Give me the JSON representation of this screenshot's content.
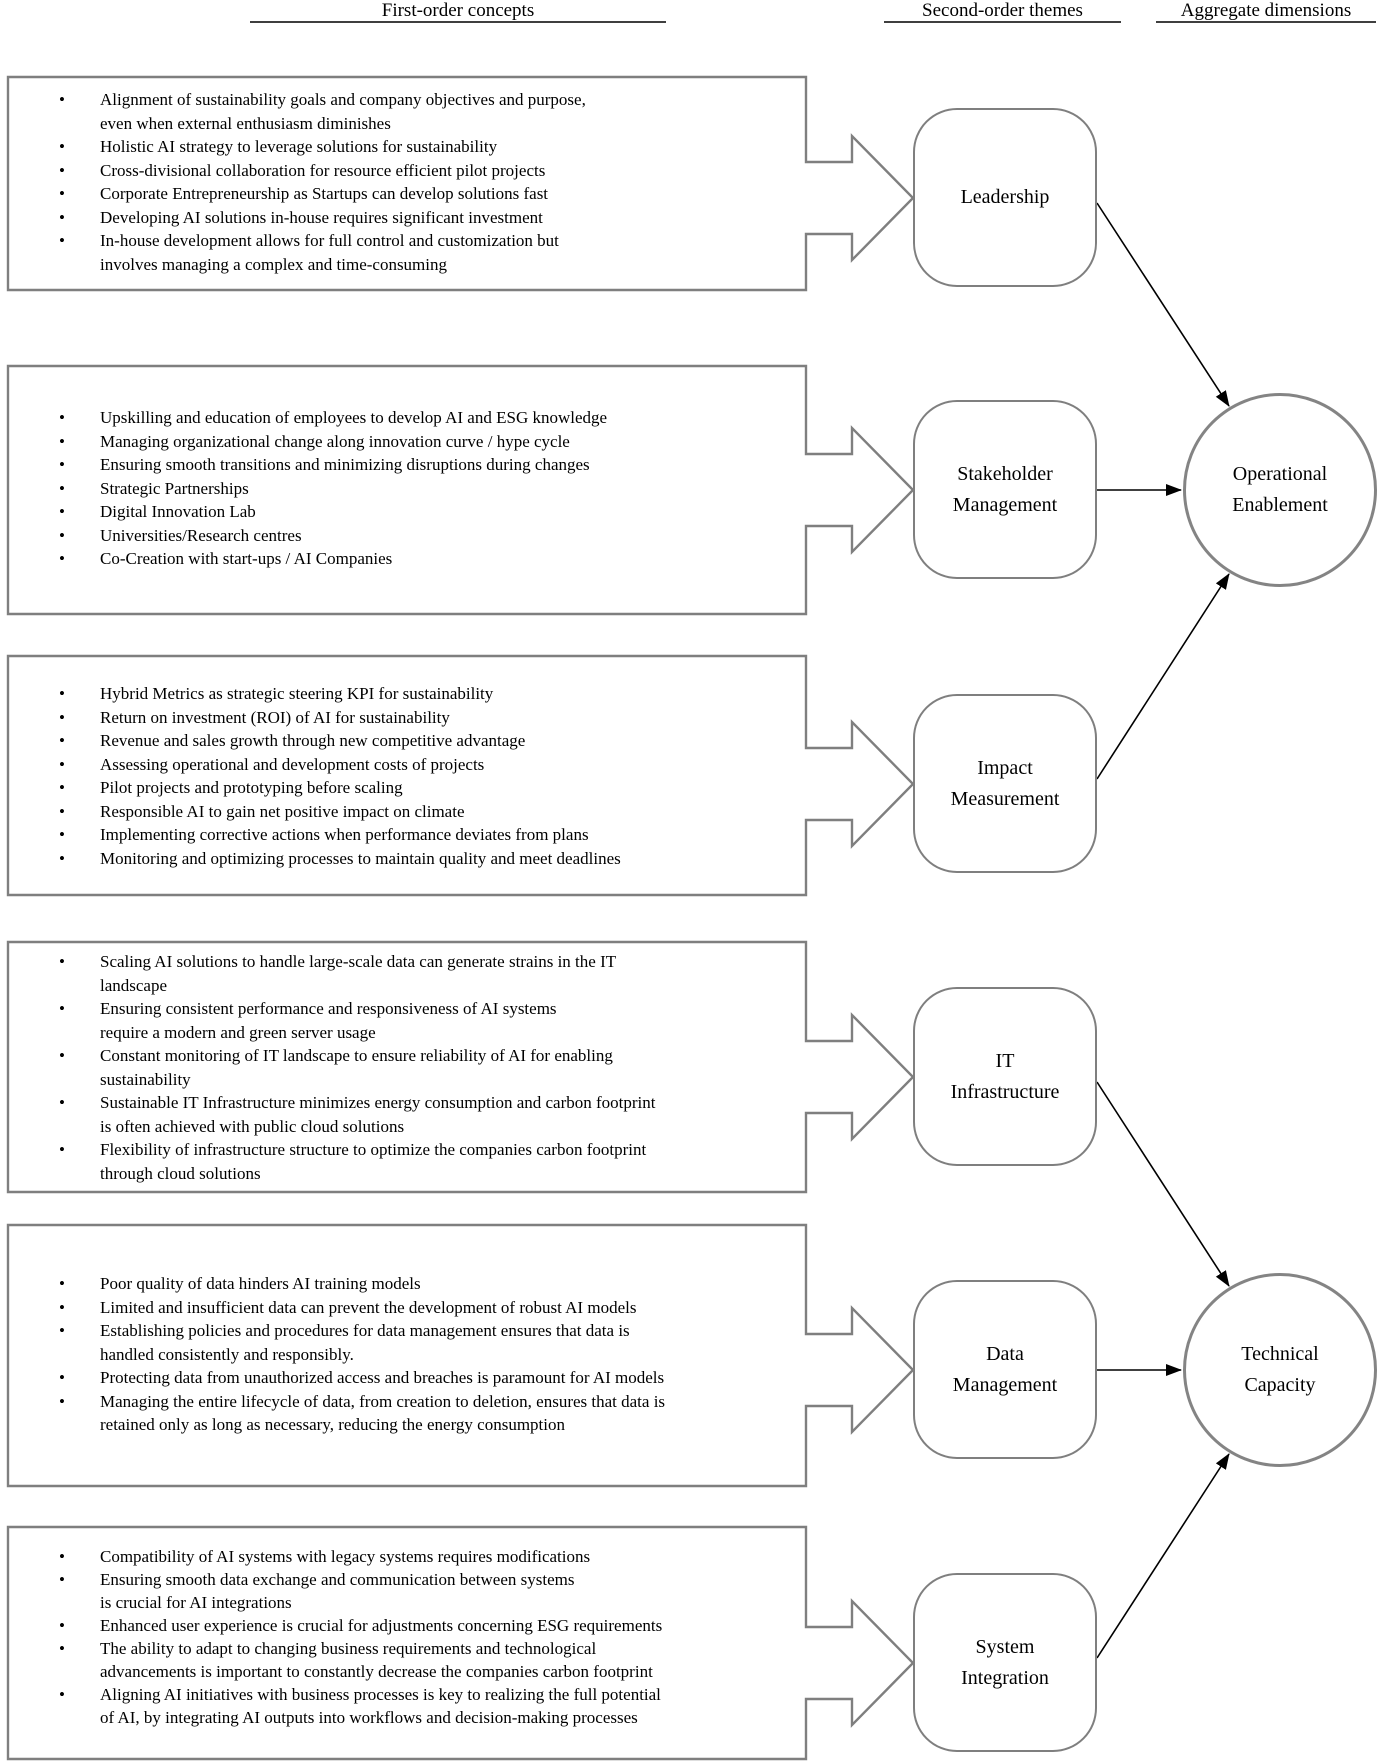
{
  "figure": {
    "type": "gioia-data-structure-diagram",
    "background_color": "#ffffff",
    "box_border_color": "#7f7f7f",
    "connector_color": "#000000",
    "text_color": "#000000"
  },
  "headers": {
    "first_order": "First-order concepts",
    "second_order": "Second-order themes",
    "aggregate": "Aggregate dimensions"
  },
  "first_order_concepts": {
    "boxes": [
      {
        "theme": "Leadership",
        "bullets": [
          [
            "Alignment of sustainability goals and company objectives and purpose,",
            "even when external enthusiasm diminishes"
          ],
          [
            "Holistic AI strategy to leverage solutions for sustainability"
          ],
          [
            "Cross-divisional collaboration for resource efficient pilot projects"
          ],
          [
            "Corporate Entrepreneurship as Startups can develop solutions fast"
          ],
          [
            "Developing AI solutions in-house requires significant investment"
          ],
          [
            "In-house development allows for full control and customization but",
            "involves managing a complex and time-consuming"
          ]
        ]
      },
      {
        "theme": "Stakeholder Management",
        "bullets": [
          [
            "Upskilling and education of employees to develop AI and ESG knowledge"
          ],
          [
            "Managing organizational change along innovation curve / hype cycle"
          ],
          [
            "Ensuring smooth transitions and minimizing disruptions during changes"
          ],
          [
            "Strategic Partnerships"
          ],
          [
            "Digital Innovation Lab"
          ],
          [
            "Universities/Research centres"
          ],
          [
            "Co-Creation with start-ups / AI Companies"
          ]
        ]
      },
      {
        "theme": "Impact Measurement",
        "bullets": [
          [
            "Hybrid Metrics as strategic steering KPI for sustainability"
          ],
          [
            "Return on investment (ROI) of AI for sustainability"
          ],
          [
            "Revenue and sales growth through new competitive advantage"
          ],
          [
            "Assessing operational and development costs of projects"
          ],
          [
            "Pilot projects and prototyping before scaling"
          ],
          [
            "Responsible AI to gain net positive impact on climate"
          ],
          [
            "Implementing corrective actions when performance deviates from plans"
          ],
          [
            "Monitoring and optimizing processes to maintain quality and meet deadlines"
          ]
        ]
      },
      {
        "theme": "IT Infrastructure",
        "bullets": [
          [
            "Scaling AI solutions to handle large-scale data can generate strains in the IT",
            "landscape"
          ],
          [
            "Ensuring consistent performance and responsiveness of AI systems",
            "require a modern and green server usage"
          ],
          [
            "Constant monitoring of IT landscape to ensure reliability of AI for enabling",
            "sustainability"
          ],
          [
            "Sustainable IT Infrastructure minimizes energy consumption and carbon footprint",
            "is often achieved with public cloud solutions"
          ],
          [
            "Flexibility of infrastructure structure to optimize the companies carbon footprint",
            "through cloud solutions"
          ]
        ]
      },
      {
        "theme": "Data Management",
        "bullets": [
          [
            "Poor quality of data hinders AI training models"
          ],
          [
            "Limited and insufficient data can prevent the development of robust AI models"
          ],
          [
            "Establishing policies and procedures for data management ensures that data is",
            "handled consistently and responsibly."
          ],
          [
            "Protecting data from unauthorized access and breaches is paramount for AI models"
          ],
          [
            "Managing the entire lifecycle of data, from creation to deletion, ensures that data is",
            "retained only as long as necessary, reducing the energy consumption"
          ]
        ]
      },
      {
        "theme": "System Integration",
        "bullets": [
          [
            "Compatibility of AI systems with legacy systems requires modifications"
          ],
          [
            "Ensuring smooth data exchange and communication between systems",
            "is crucial for AI integrations"
          ],
          [
            "Enhanced user experience is crucial for adjustments concerning ESG requirements"
          ],
          [
            "The ability to adapt to changing business requirements and technological",
            "advancements is important to constantly decrease the companies carbon footprint"
          ],
          [
            "Aligning AI initiatives with business processes is key to realizing the full potential",
            "of AI, by integrating AI outputs into workflows and decision-making processes"
          ]
        ]
      }
    ]
  },
  "second_order_themes": [
    {
      "label": "Leadership",
      "label_lines": [
        "Leadership"
      ]
    },
    {
      "label": "Stakeholder Management",
      "label_lines": [
        "Stakeholder",
        "Management"
      ]
    },
    {
      "label": "Impact Measurement",
      "label_lines": [
        "Impact",
        "Measurement"
      ]
    },
    {
      "label": "IT Infrastructure",
      "label_lines": [
        "IT",
        "Infrastructure"
      ]
    },
    {
      "label": "Data Management",
      "label_lines": [
        "Data",
        "Management"
      ]
    },
    {
      "label": "System Integration",
      "label_lines": [
        "System",
        "Integration"
      ]
    }
  ],
  "aggregate_dimensions": [
    {
      "label": "Operational Enablement",
      "label_lines": [
        "Operational",
        "Enablement"
      ]
    },
    {
      "label": "Technical Capacity",
      "label_lines": [
        "Technical",
        "Capacity"
      ]
    }
  ],
  "connections": [
    {
      "from": "Leadership",
      "to": "Operational Enablement"
    },
    {
      "from": "Stakeholder Management",
      "to": "Operational Enablement"
    },
    {
      "from": "Impact Measurement",
      "to": "Operational Enablement"
    },
    {
      "from": "IT Infrastructure",
      "to": "Technical Capacity"
    },
    {
      "from": "Data Management",
      "to": "Technical Capacity"
    },
    {
      "from": "System Integration",
      "to": "Technical Capacity"
    }
  ]
}
